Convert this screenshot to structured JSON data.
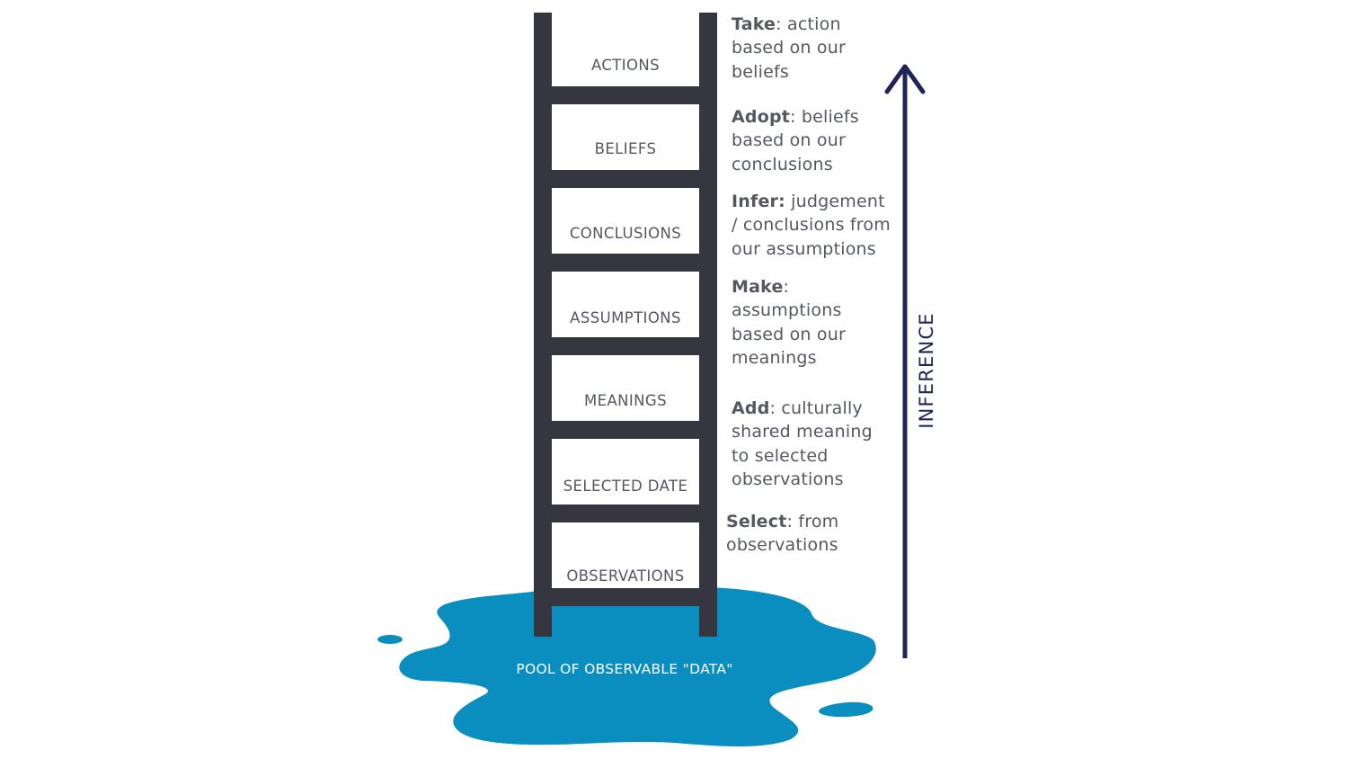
{
  "colors": {
    "ladder": "#363640",
    "rung_box": "#ffffff",
    "pool": "#0a8dbf",
    "arrow": "#1f2556",
    "text": "#555860"
  },
  "rungs": [
    {
      "label": "ACTIONS"
    },
    {
      "label": "BELIEFS"
    },
    {
      "label": "CONCLUSIONS"
    },
    {
      "label": "ASSUMPTIONS"
    },
    {
      "label": "MEANINGS"
    },
    {
      "label": "SELECTED DATE"
    },
    {
      "label": "OBSERVATIONS"
    }
  ],
  "steps": [
    {
      "verb": "Take",
      "text": ": action based on our beliefs"
    },
    {
      "verb": "Adopt",
      "text": ": beliefs based on our conclusions"
    },
    {
      "verb": "Infer:",
      "text": " judgement / conclusions from our assumptions"
    },
    {
      "verb": "Make",
      "text": ": assumptions based on our meanings"
    },
    {
      "verb": "Add",
      "text": ": culturally shared meaning to selected observations"
    },
    {
      "verb": "Select",
      "text": ": from observations"
    }
  ],
  "pool_label": "POOL OF OBSERVABLE \"DATA\"",
  "arrow_label": "INFERENCE",
  "arrow_icon": "up-arrow-icon"
}
